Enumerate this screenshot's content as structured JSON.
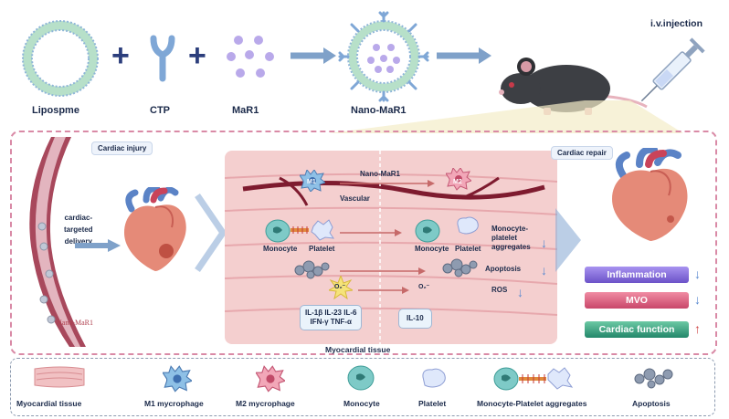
{
  "top": {
    "liposome": "Lipospme",
    "ctp": "CTP",
    "mar1": "MaR1",
    "nano_mar1": "Nano-MaR1",
    "injection": "i.v.injection",
    "plus": "+"
  },
  "panel": {
    "cardiac_injury": "Cardiac injury",
    "cardiac_repair": "Cardiac repair",
    "targeted_delivery": "cardiac-\ntargeted\ndelivery",
    "nano_mar1_vessel": "Nano-MaR1",
    "myocardial_tissue": "Myocardial tissue"
  },
  "tissue": {
    "m1": "M1",
    "m2": "M2",
    "nano_mar1": "Nano-MaR1",
    "vascular": "Vascular",
    "monocyte_left": "Monocyte",
    "platelet_left": "Platelet",
    "monocyte_right": "Monocyte",
    "platelet_right": "Platelet",
    "aggregates": "Monocyte-\nplatelet\naggregates",
    "apoptosis": "Apoptosis",
    "ros": "ROS",
    "o2_left": "O₂⁻",
    "o2_right": "O₂⁻",
    "cyto_line1": "IL-1β  IL-23  IL-6",
    "cyto_line2": "IFN-γ   TNF-α",
    "il10": "IL-10"
  },
  "outcomes": [
    {
      "label": "Inflammation",
      "arrow": "↓",
      "color": "#7b63d6"
    },
    {
      "label": "MVO",
      "arrow": "↓",
      "color": "#d95b78"
    },
    {
      "label": "Cardiac function",
      "arrow": "↑",
      "color": "#2e9a78"
    }
  ],
  "legend": {
    "myocardial_tissue": "Myocardial tissue",
    "m1": "M1 mycrophage",
    "m2": "M2 mycrophage",
    "monocyte": "Monocyte",
    "platelet": "Platelet",
    "aggregates": "Monocyte-Platelet  aggregates",
    "apoptosis": "Apoptosis"
  }
}
